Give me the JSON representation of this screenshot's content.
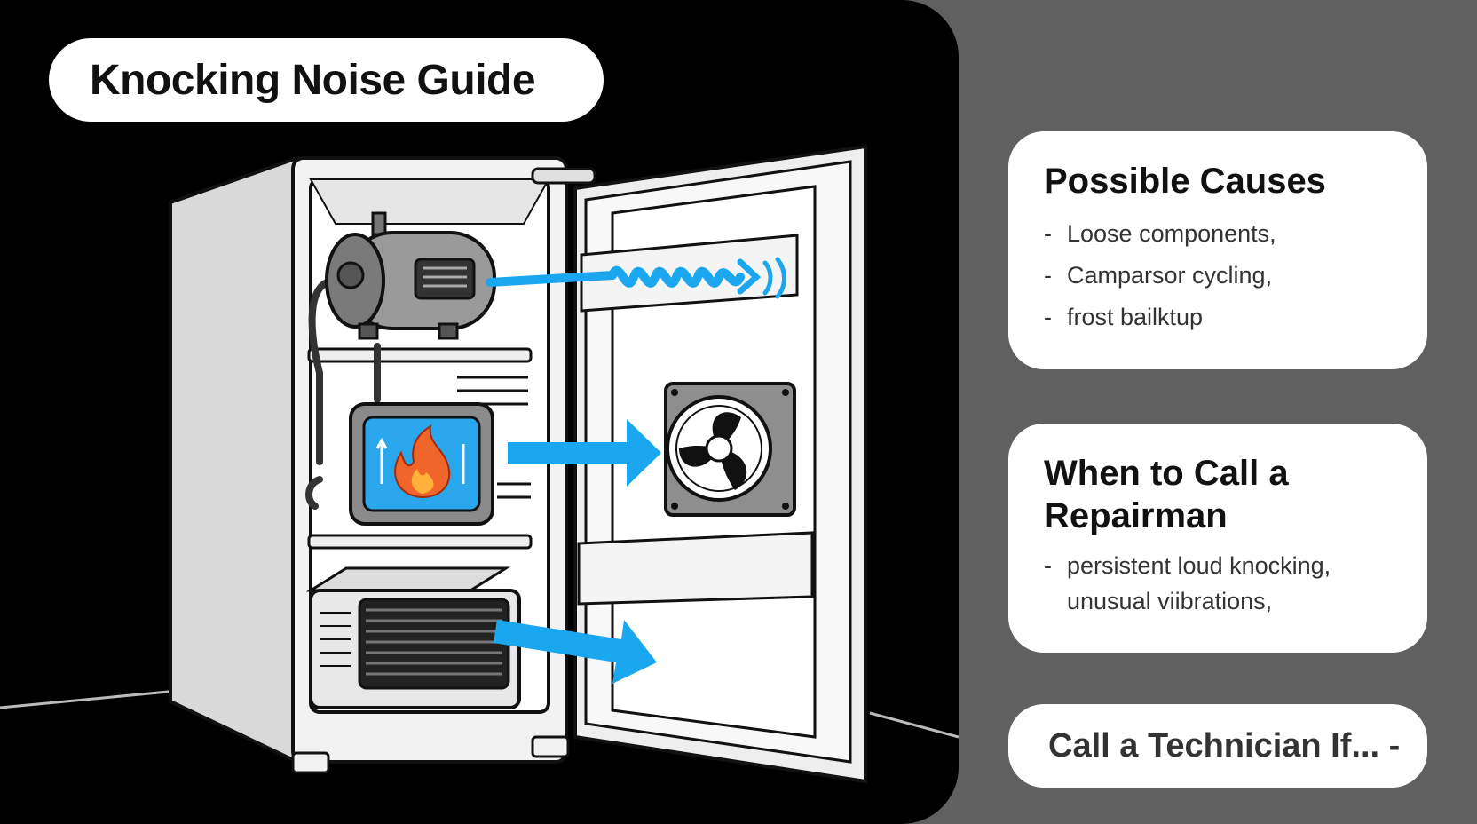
{
  "title": "Knocking Noise Guide",
  "colors": {
    "background": "#606060",
    "panel": "#000000",
    "accent_arrow": "#1aa7ef",
    "flame_outer": "#f0662a",
    "flame_inner": "#ffb13b"
  },
  "illustration": {
    "subject": "open refrigerator with compressor, condenser coils, heater, fan and vibration arrows",
    "icons": [
      "compressor-icon",
      "heater-flame-icon",
      "fan-icon",
      "vent-grille-icon",
      "vibration-wave-icon"
    ]
  },
  "causes": {
    "heading": "Possible Causes",
    "items": [
      {
        "bullet": "-",
        "text": "Loose components,"
      },
      {
        "bullet": "-",
        "text": "Camparsor cycling,"
      },
      {
        "bullet": "-",
        "text": "frost bailktup"
      }
    ]
  },
  "repairman": {
    "heading": "When to Call a Repairman",
    "items": [
      {
        "bullet": "-",
        "text": "persistent loud knocking,"
      },
      {
        "bullet": "",
        "text": "unusual viibrations,"
      }
    ]
  },
  "cta": {
    "label": "Call a Technician If... -"
  }
}
